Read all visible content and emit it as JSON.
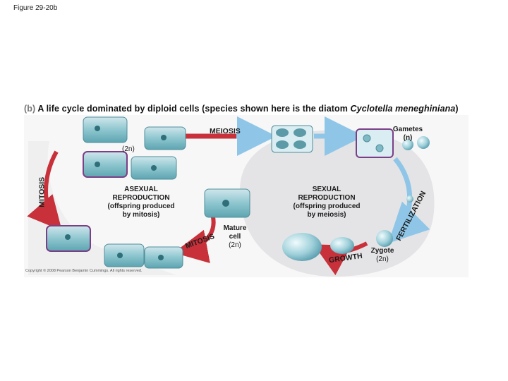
{
  "slide_title": "Figure 29-20b",
  "caption": {
    "label": "(b)",
    "text": "A life cycle dominated by diploid cells (species shown here is the diatom",
    "species": "Cyclotella meneghiniana",
    "close": ")"
  },
  "labels": {
    "meiosis": "MEIOSIS",
    "gametes": "Gametes",
    "gametes_ploidy": "(n)",
    "diploid": "(2n)",
    "mitosis_side": "MITOSIS",
    "asexual_1": "ASEXUAL",
    "asexual_2": "REPRODUCTION",
    "asexual_3": "(offspring produced",
    "asexual_4": "by mitosis)",
    "sexual_1": "SEXUAL",
    "sexual_2": "REPRODUCTION",
    "sexual_3": "(offspring produced",
    "sexual_4": "by meiosis)",
    "mature_1": "Mature",
    "mature_2": "cell",
    "mature_3": "(2n)",
    "mitosis_curved": "MITOSIS",
    "growth": "GROWTH",
    "zygote": "Zygote",
    "zygote_ploidy": "(2n)",
    "fertilization": "FERTILIZATION"
  },
  "copyright": "Copyright © 2008 Pearson Benjamin Cummings. All rights reserved.",
  "colors": {
    "meiosis_arrow": "#c8303a",
    "fertilization_arrow": "#8fc6e8",
    "mitosis_arrow": "#c8303a",
    "growth_arrow": "#c8303a",
    "cell_teal": "#6fb7c0",
    "valve_purple": "#7b3f86",
    "background_lobe": "#e4e4e6"
  }
}
